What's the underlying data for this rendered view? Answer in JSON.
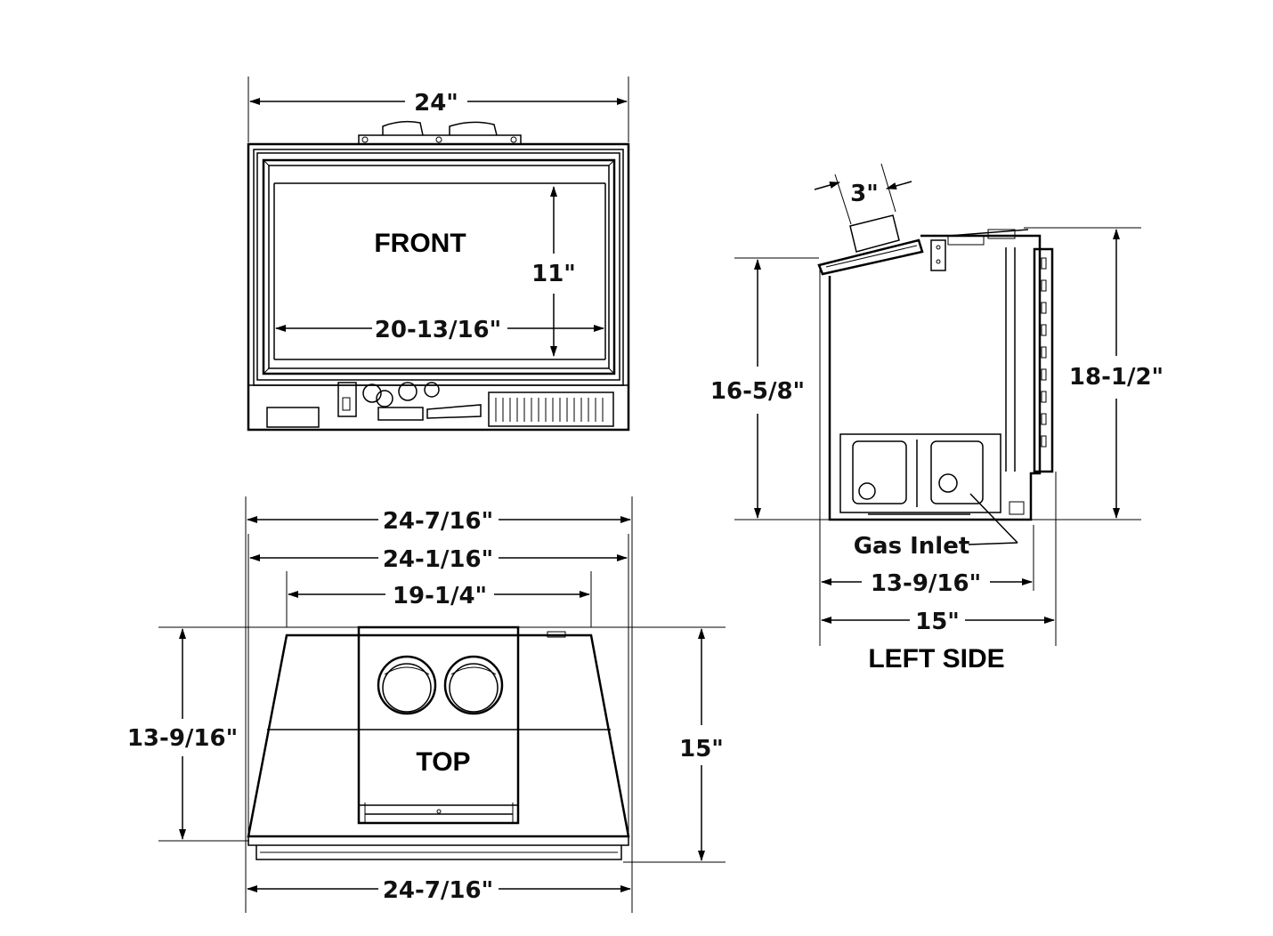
{
  "views": {
    "front": {
      "label": "FRONT",
      "dims": {
        "overall_width": "24\"",
        "opening_width": "20-13/16\"",
        "opening_height": "11\""
      }
    },
    "left_side": {
      "label": "LEFT SIDE",
      "callout": "Gas Inlet",
      "dims": {
        "vent": "3\"",
        "front_height": "16-5/8\"",
        "rear_height": "18-1/2\"",
        "depth_inner": "13-9/16\"",
        "depth_overall": "15\""
      }
    },
    "top": {
      "label": "TOP",
      "dims": {
        "width_outer": "24-7/16\"",
        "width_mid": "24-1/16\"",
        "width_inner": "19-1/4\"",
        "depth_left": "13-9/16\"",
        "depth_right": "15\"",
        "width_bottom": "24-7/16\""
      }
    }
  }
}
